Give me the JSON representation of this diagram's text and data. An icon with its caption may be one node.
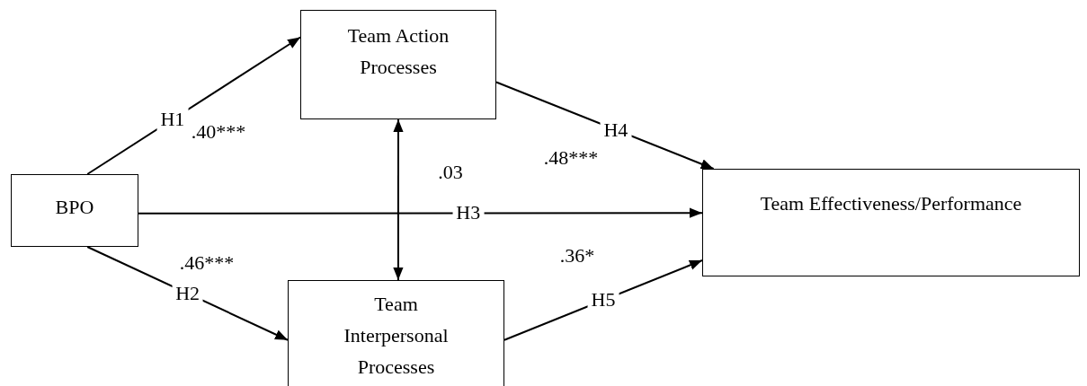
{
  "diagram": {
    "nodes": [
      {
        "text": [
          "BPO"
        ]
      },
      {
        "text": [
          "Team Action Processes"
        ]
      },
      {
        "text": [
          "Team Interpersonal Processes"
        ]
      },
      {
        "text": [
          "Team Effectiveness/Performance"
        ]
      }
    ],
    "edges": [
      {
        "from": 0,
        "to": 1,
        "arrow": "to",
        "label": "H1"
      },
      {
        "from": 0,
        "to": 2,
        "arrow": "to",
        "label": "H2"
      },
      {
        "from": 0,
        "to": 3,
        "arrow": "to",
        "label": "H3"
      },
      {
        "from": 1,
        "to": 2,
        "arrow": "both"
      },
      {
        "from": 1,
        "to": 3,
        "arrow": "to",
        "label": "H4"
      },
      {
        "from": 2,
        "to": 3,
        "arrow": "to",
        "label": "H5"
      }
    ],
    "labels": [
      ".40***",
      ".03",
      ".48***",
      ".46***",
      ".36*"
    ]
  }
}
